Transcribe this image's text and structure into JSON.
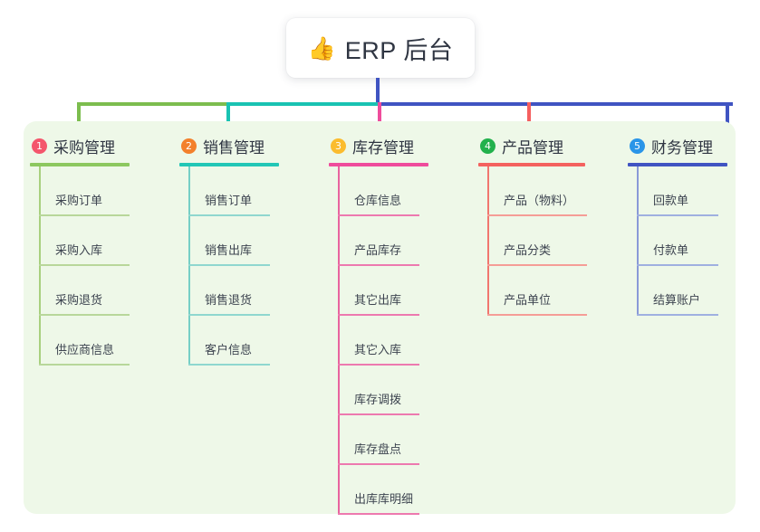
{
  "root": {
    "icon": "thumbs-up-icon",
    "emoji": "👍",
    "title": "ERP 后台"
  },
  "panel": {
    "background": "#eef8e8"
  },
  "connector": {
    "trunk_color": "#4054c2"
  },
  "columns": [
    {
      "index": "1",
      "label": "采购管理",
      "color": "#7cbd4e",
      "rule_color": "#8cc85f",
      "badge_color": "#f4566c",
      "spine_color": "#a8d07e",
      "leaf_rule_color": "#b8d79a",
      "leaf_width": 100,
      "items": [
        {
          "label": "采购订单"
        },
        {
          "label": "采购入库"
        },
        {
          "label": "采购退货"
        },
        {
          "label": "供应商信息"
        }
      ]
    },
    {
      "index": "2",
      "label": "销售管理",
      "color": "#19c3b2",
      "rule_color": "#22c7b6",
      "badge_color": "#f3802b",
      "spine_color": "#76cfc6",
      "leaf_rule_color": "#8fd7cf",
      "leaf_width": 90,
      "items": [
        {
          "label": "销售订单"
        },
        {
          "label": "销售出库"
        },
        {
          "label": "销售退货"
        },
        {
          "label": "客户信息"
        }
      ]
    },
    {
      "index": "3",
      "label": "库存管理",
      "color": "#ef4c9c",
      "rule_color": "#ef4c9c",
      "badge_color": "#fbbc2e",
      "spine_color": "#e8649f",
      "leaf_rule_color": "#ed79af",
      "leaf_width": 90,
      "items": [
        {
          "label": "仓库信息"
        },
        {
          "label": "产品库存"
        },
        {
          "label": "其它出库"
        },
        {
          "label": "其它入库"
        },
        {
          "label": "库存调拨"
        },
        {
          "label": "库存盘点"
        },
        {
          "label": "出库库明细"
        }
      ]
    },
    {
      "index": "4",
      "label": "产品管理",
      "color": "#f55f5f",
      "rule_color": "#f4625f",
      "badge_color": "#22b14c",
      "spine_color": "#f1766f",
      "leaf_rule_color": "#f59d96",
      "leaf_width": 110,
      "items": [
        {
          "label": "产品（物料）"
        },
        {
          "label": "产品分类"
        },
        {
          "label": "产品单位"
        }
      ]
    },
    {
      "index": "5",
      "label": "财务管理",
      "color": "#4054c2",
      "rule_color": "#4054c2",
      "badge_color": "#2a95e8",
      "spine_color": "#8a9ad8",
      "leaf_rule_color": "#9fb0e0",
      "leaf_width": 90,
      "items": [
        {
          "label": "回款单"
        },
        {
          "label": "付款单"
        },
        {
          "label": "结算账户"
        }
      ]
    }
  ]
}
